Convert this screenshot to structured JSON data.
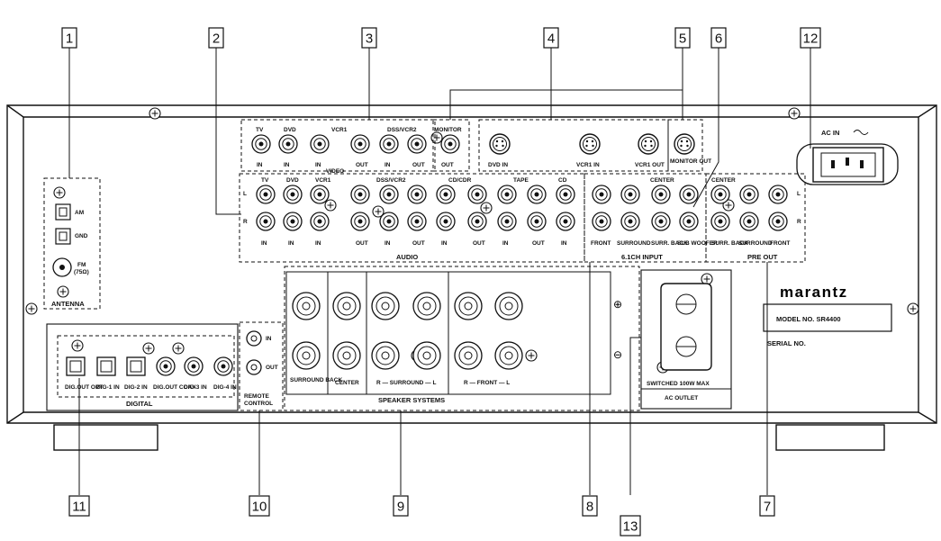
{
  "callouts": [
    "1",
    "2",
    "3",
    "4",
    "5",
    "6",
    "7",
    "8",
    "9",
    "10",
    "11",
    "12",
    "13"
  ],
  "antenna": {
    "am": "AM",
    "gnd": "GND",
    "fm": "FM",
    "fm_imp": "(75Ω)",
    "title": "ANTENNA"
  },
  "video": {
    "title": "VIDEO",
    "heads": [
      "TV",
      "DVD",
      "VCR1",
      "DSS/VCR2"
    ],
    "jacks": [
      "IN",
      "IN",
      "IN",
      "OUT",
      "IN",
      "OUT"
    ],
    "monitor_head": "MONITOR",
    "monitor_out": "OUT"
  },
  "svideo": {
    "dvd_in": "DVD IN",
    "vcr1_in": "VCR1 IN",
    "vcr1_out": "VCR1 OUT",
    "monitor_out": "MONITOR OUT"
  },
  "audio": {
    "title": "AUDIO",
    "L": "L",
    "R": "R",
    "heads": [
      "TV",
      "DVD",
      "VCR1",
      "DSS/VCR2",
      "CD/CDR",
      "TAPE",
      "CD"
    ],
    "jacks": [
      "IN",
      "IN",
      "IN",
      "OUT",
      "IN",
      "OUT",
      "IN",
      "OUT",
      "IN",
      "OUT",
      "IN"
    ]
  },
  "ch61": {
    "title": "6.1CH INPUT",
    "center": "CENTER",
    "sub": "SUB WOOFER",
    "labels": [
      "FRONT",
      "SURROUND",
      "SURR. BACK",
      "SUB WOOFER"
    ]
  },
  "preout": {
    "title": "PRE OUT",
    "center": "CENTER",
    "labels": [
      "SURR. BACK",
      "SURROUND",
      "FRONT"
    ],
    "L": "L",
    "R": "R"
  },
  "ac_in": "AC IN",
  "brand": {
    "logo": "marantz",
    "model": "MODEL NO. SR4400",
    "serial": "SERIAL NO."
  },
  "digital": {
    "title": "DIGITAL",
    "labels": [
      "DIG.OUT OPT",
      "DIG-1 IN",
      "DIG-2 IN",
      "DIG.OUT COAX",
      "DIG-3 IN",
      "DIG-4 IN"
    ]
  },
  "remote": {
    "title": "REMOTE CONTROL",
    "in": "IN",
    "out": "OUT"
  },
  "speakers": {
    "title": "SPEAKER SYSTEMS",
    "labels": [
      "SURROUND BACK",
      "CENTER",
      "R — SURROUND — L",
      "R — FRONT — L"
    ],
    "plus": "⊕",
    "minus": "⊖"
  },
  "ac_outlet": {
    "switched": "SWITCHED  100W MAX",
    "title": "AC OUTLET"
  }
}
